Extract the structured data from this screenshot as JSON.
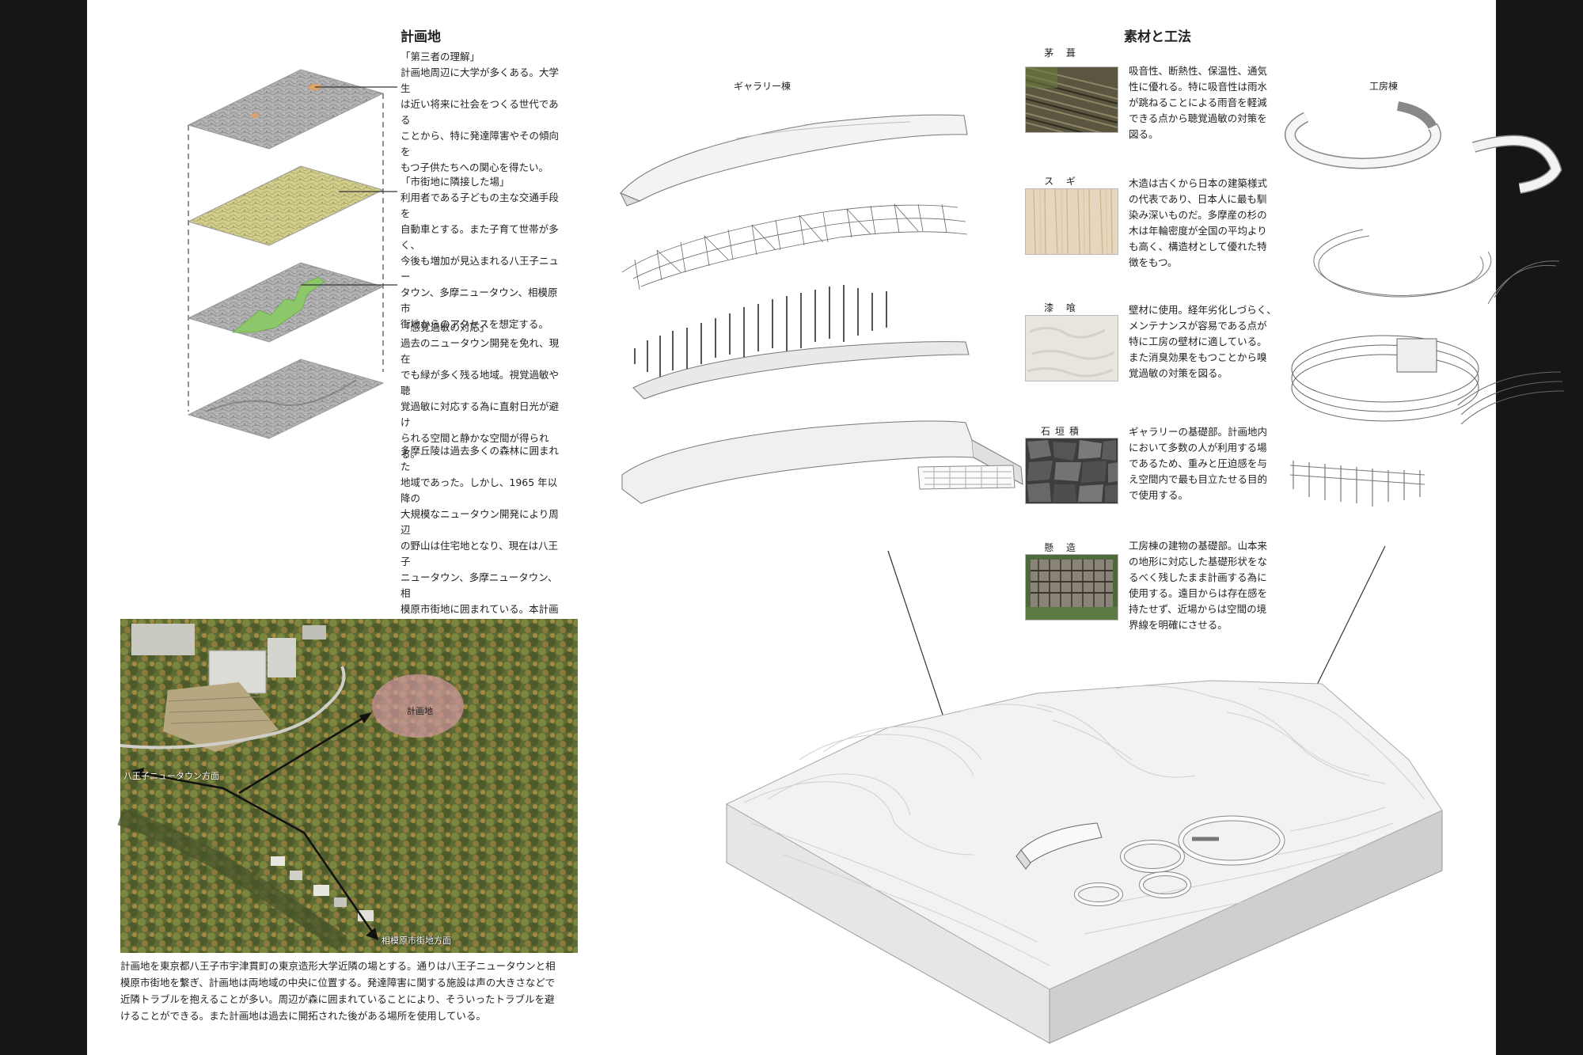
{
  "site": {
    "heading": "計画地",
    "layers": [
      {
        "title": "「第三者の理解」",
        "body": "計画地周辺に大学が多くある。大学生\nは近い将来に社会をつくる世代である\nことから、特に発達障害やその傾向を\nもつ子供たちへの関心を得たい。"
      },
      {
        "title": "「市街地に隣接した場」",
        "body": "利用者である子どもの主な交通手段を\n自動車とする。また子育て世帯が多く、\n今後も増加が見込まれる八王子ニュー\nタウン、多摩ニュータウン、相模原市\n街地からのアクセスを想定する。"
      },
      {
        "title": "「感覚過敏の対応」",
        "body": "過去のニュータウン開発を免れ、現在\nでも緑が多く残る地域。視覚過敏や聴\n覚過敏に対応する為に直射日光が避け\nられる空間と静かな空間が得られる。"
      }
    ],
    "history": "多摩丘陵は過去多くの森林に囲まれた\n地域であった。しかし、1965 年以降の\n大規模なニュータウン開発により周辺\nの野山は住宅地となり、現在は八王子\nニュータウン、多摩ニュータウン、相\n模原市街地に囲まれている。本計画地\nがある土地は東京と神奈川の県境であ\nることから当時の開発を免れた場所と\nなり、現在でも多く自然が残っている。",
    "photo_labels": {
      "site": "計画地",
      "hachioji": "八王子ニュータウン方面",
      "sagamihara": "相模原市街地方面"
    },
    "caption": "計画地を東京都八王子市宇津貫町の東京造形大学近隣の場とする。通りは八王子ニュータウンと相\n模原市街地を繋ぎ、計画地は両地域の中央に位置する。発達障害に関する施設は声の大きさなどで\n近隣トラブルを抱えることが多い。周辺が森に囲まれていることにより、そういったトラブルを避\nけることができる。また計画地は過去に開拓された後がある場所を使用している。"
  },
  "gallery": {
    "label": "ギャラリー棟"
  },
  "workshop": {
    "label": "工房棟"
  },
  "materials": {
    "heading": "素材と工法",
    "items": [
      {
        "name": "茅 葺",
        "text": "吸音性、断熱性、保温性、通気\n性に優れる。特に吸音性は雨水\nが跳ねることによる雨音を軽減\nできる点から聴覚過敏の対策を\n図る。",
        "icon": "thatch-texture"
      },
      {
        "name": "ス ギ",
        "text": "木造は古くから日本の建築様式\nの代表であり、日本人に最も馴\n染み深いものだ。多摩産の杉の\n木は年輪密度が全国の平均より\nも高く、構造材として優れた特\n徴をもつ。",
        "icon": "cedar-wood-texture"
      },
      {
        "name": "漆 喰",
        "text": "壁材に使用。経年劣化しづらく、\nメンテナンスが容易である点が\n特に工房の壁材に適している。\nまた消臭効果をもつことから嗅\n覚過敏の対策を図る。",
        "icon": "plaster-texture"
      },
      {
        "name": "石垣積",
        "text": "ギャラリーの基礎部。計画地内\nにおいて多数の人が利用する場\nであるため、重みと圧迫感を与\nえ空間内で最も目立たせる目的\nで使用する。",
        "icon": "stone-wall-texture"
      },
      {
        "name": "懸 造",
        "text": "工房棟の建物の基礎部。山本来\nの地形に対応した基礎形状をな\nるべく残したまま計画する為に\n使用する。遠目からは存在感を\n持たせず、近場からは空間の境\n界線を明確にさせる。",
        "icon": "kakezukuri-photo"
      }
    ]
  },
  "colors": {
    "background": "#161616",
    "sheet": "#ffffff",
    "map_gray": "#a9a9a9",
    "map_yellow": "#d5cf8c",
    "map_green": "#8cc86a",
    "site_circle": "#d89aa8"
  }
}
